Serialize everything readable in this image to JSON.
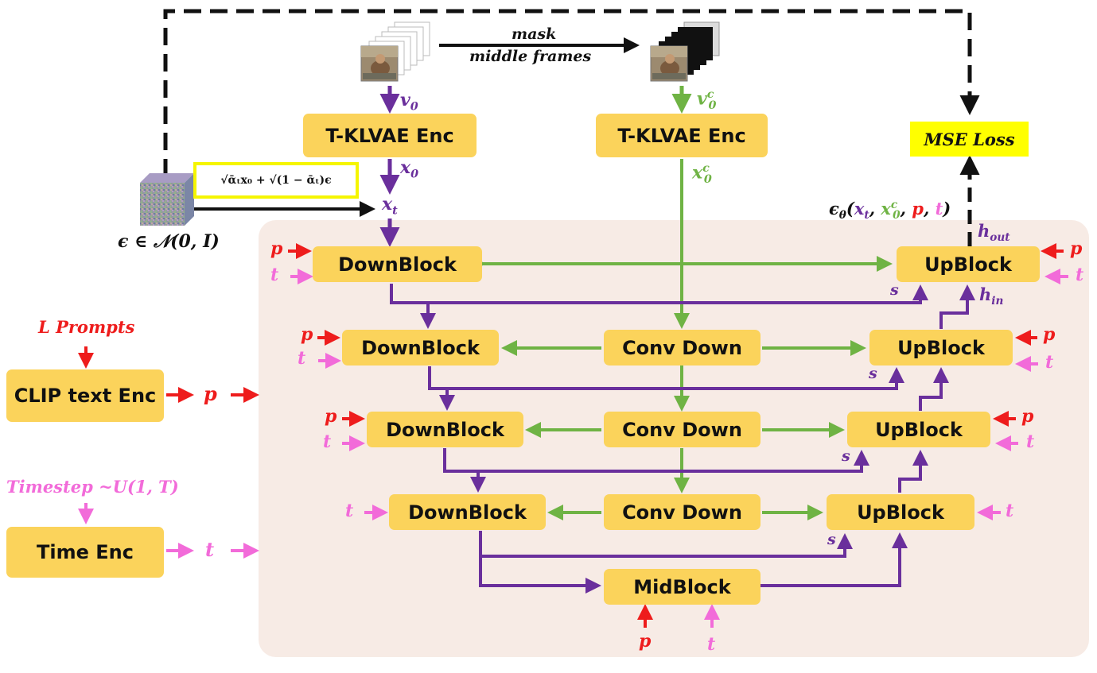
{
  "colors": {
    "box": "#fbd35b",
    "panel": "#f7ebe5",
    "purple": "#6a2f9c",
    "green": "#6fb344",
    "red": "#ee1c1c",
    "pink": "#f26bd9",
    "highlight": "#ffff00"
  },
  "icons": [
    "noise-cube-icon",
    "video-frames-icon",
    "masked-frames-icon"
  ],
  "encoders": {
    "clip": "CLIP text Enc",
    "time": "Time Enc",
    "vae1": "T-KLVAE Enc",
    "vae2": "T-KLVAE Enc"
  },
  "blocks": {
    "down": [
      "DownBlock",
      "DownBlock",
      "DownBlock",
      "DownBlock"
    ],
    "conv": [
      "Conv Down",
      "Conv Down",
      "Conv Down"
    ],
    "up": [
      "UpBlock",
      "UpBlock",
      "UpBlock",
      "UpBlock"
    ],
    "mid": "MidBlock"
  },
  "labels": {
    "mask_line1": "mask",
    "mask_line2": "middle frames",
    "mse": "MSE Loss",
    "prompts": "L Prompts",
    "timestep": "Timestep ~U(1, T)",
    "noise": "ϵ ∈ 𝒩(0, I)",
    "formula": "√ᾱₜx₀ + √(1 − ᾱₜ)ϵ",
    "p": "p",
    "t": "t",
    "s": "s",
    "v0": "v",
    "v0c": "v",
    "x0": "x",
    "x0c": "x",
    "xt": "x",
    "h_out": "h",
    "h_in": "h",
    "output": "ϵ"
  }
}
